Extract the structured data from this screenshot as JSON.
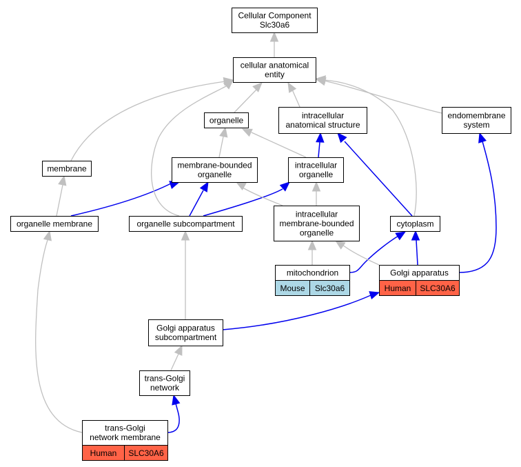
{
  "colors": {
    "is_a_edge": "#c0c0c0",
    "annotation_edge": "#0000ee",
    "mouse_cell": "#add8e6",
    "human_cell": "#ff6347"
  },
  "nodes": {
    "root": [
      "Cellular Component",
      "Slc30a6"
    ],
    "cellular_anatomical_entity": [
      "cellular anatomical",
      "entity"
    ],
    "organelle": [
      "organelle"
    ],
    "intracellular_anatomical_structure": [
      "intracellular",
      "anatomical structure"
    ],
    "endomembrane_system": [
      "endomembrane",
      "system"
    ],
    "membrane": [
      "membrane"
    ],
    "membrane_bounded_organelle": [
      "membrane-bounded",
      "organelle"
    ],
    "intracellular_organelle": [
      "intracellular",
      "organelle"
    ],
    "organelle_membrane": [
      "organelle membrane"
    ],
    "organelle_subcompartment": [
      "organelle subcompartment"
    ],
    "intracellular_membrane_bounded_organelle": [
      "intracellular",
      "membrane-bounded",
      "organelle"
    ],
    "cytoplasm": [
      "cytoplasm"
    ],
    "mitochondrion": [
      "mitochondrion"
    ],
    "golgi_apparatus": [
      "Golgi apparatus"
    ],
    "golgi_apparatus_subcompartment": [
      "Golgi apparatus",
      "subcompartment"
    ],
    "trans_golgi_network": [
      "trans-Golgi",
      "network"
    ],
    "trans_golgi_network_membrane": [
      "trans-Golgi",
      "network membrane"
    ]
  },
  "annotations": {
    "mitochondrion": {
      "species": "Mouse",
      "gene": "Slc30a6"
    },
    "golgi_apparatus": {
      "species": "Human",
      "gene": "SLC30A6"
    },
    "trans_golgi_network_membrane": {
      "species": "Human",
      "gene": "SLC30A6"
    }
  }
}
